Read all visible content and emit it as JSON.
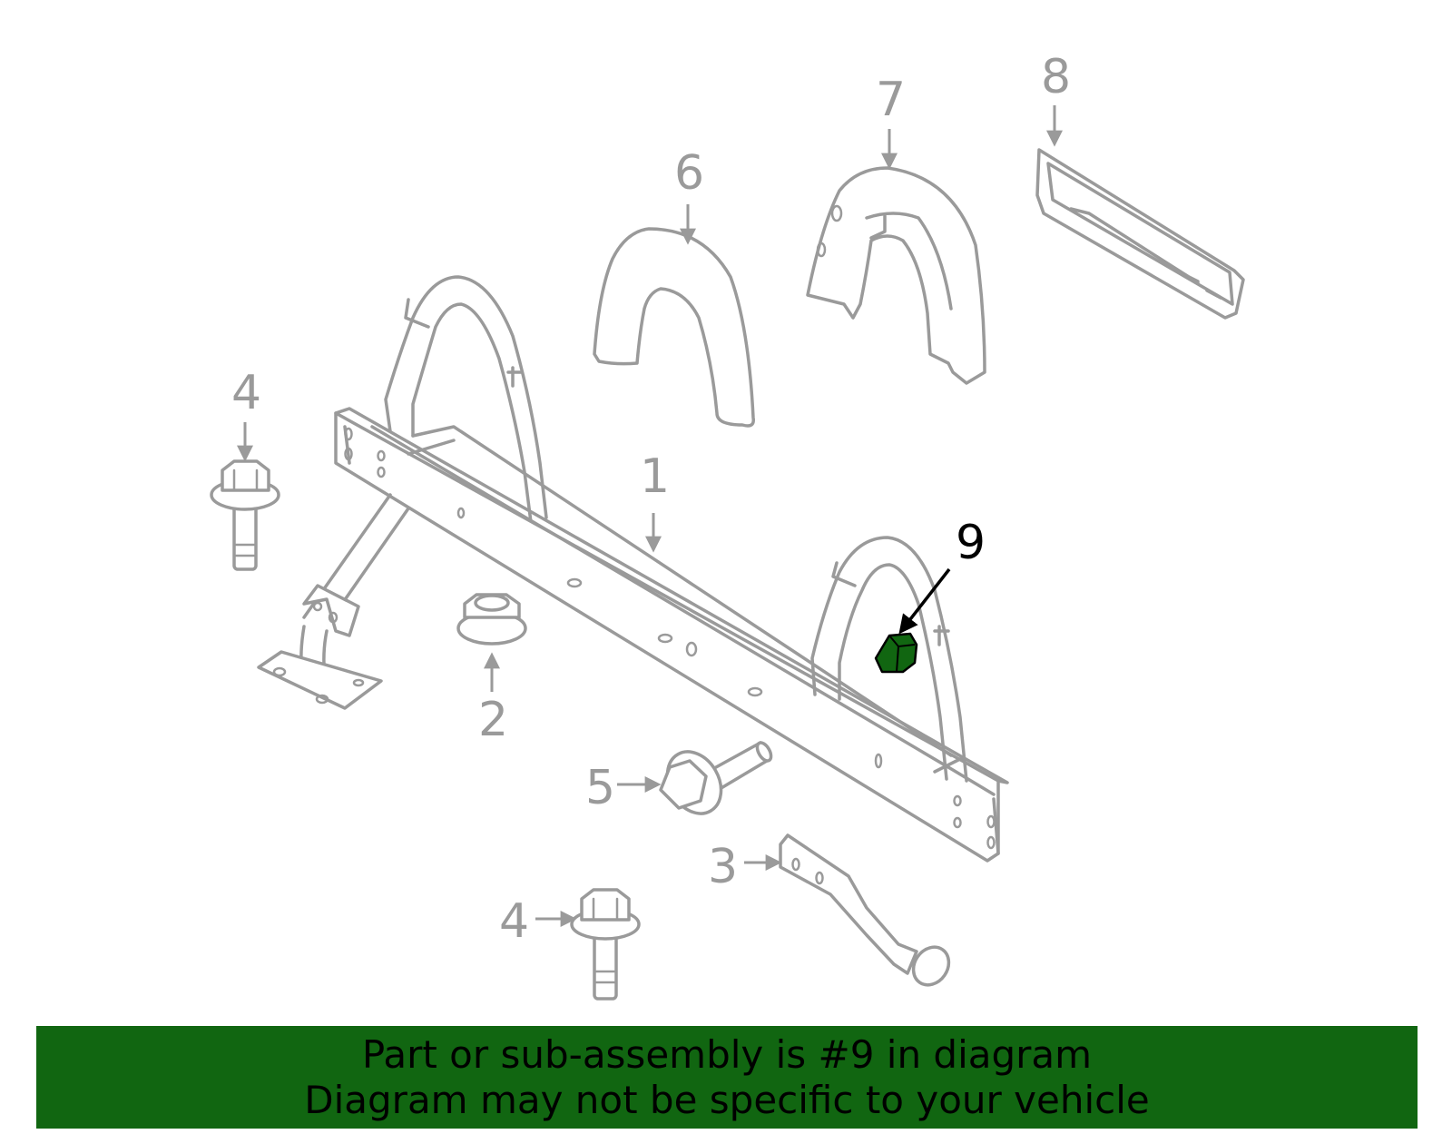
{
  "callouts": {
    "c1": "1",
    "c2": "2",
    "c3": "3",
    "c4a": "4",
    "c4b": "4",
    "c5": "5",
    "c6": "6",
    "c7": "7",
    "c8": "8",
    "c9": "9"
  },
  "highlight": {
    "part": "9",
    "color": "#116611"
  },
  "banner": {
    "line1": "Part or sub-assembly is #9 in diagram",
    "line2": "Diagram may not be specific to your vehicle",
    "background": "#116611"
  }
}
